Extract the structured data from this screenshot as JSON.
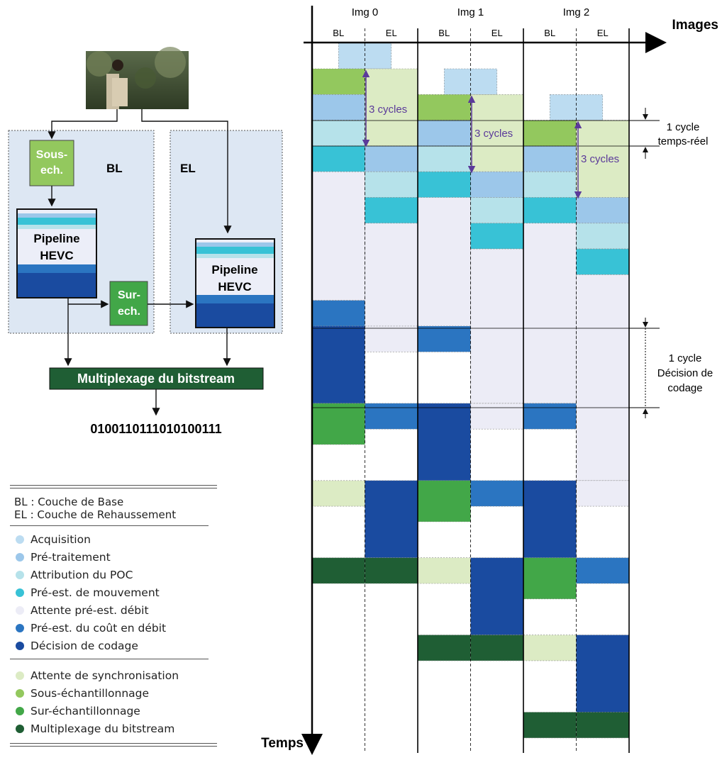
{
  "architecture": {
    "bl_label": "BL",
    "el_label": "EL",
    "sous_ech": [
      "Sous-",
      "ech."
    ],
    "pipeline_bl": [
      "Pipeline",
      "HEVC"
    ],
    "sur_ech": [
      "Sur-",
      "ech."
    ],
    "pipeline_el": [
      "Pipeline",
      "HEVC"
    ],
    "multiplex": "Multiplexage du bitstream",
    "bitstream": "0100110111010100111"
  },
  "legend": {
    "abbreviations": [
      "BL : Couche de Base",
      "EL : Couche de Rehaussement"
    ],
    "pipeline_stages": [
      {
        "label": "Acquisition",
        "color": "#bcdcf1"
      },
      {
        "label": "Pré-traitement",
        "color": "#9cc7ea"
      },
      {
        "label": "Attribution du POC",
        "color": "#b6e2ea"
      },
      {
        "label": "Pré-est. de mouvement",
        "color": "#38c2d6"
      },
      {
        "label": "Attente pré-est. débit",
        "color": "#ececf6"
      },
      {
        "label": "Pré-est. du coût en débit",
        "color": "#2b75c1"
      },
      {
        "label": "Décision de codage",
        "color": "#1a4ba0"
      }
    ],
    "sync_stages": [
      {
        "label": "Attente de synchronisation",
        "color": "#dcebc4"
      },
      {
        "label": "Sous-échantillonnage",
        "color": "#93c85e"
      },
      {
        "label": "Sur-échantillonnage",
        "color": "#42a748"
      },
      {
        "label": "Multiplexage du bitstream",
        "color": "#1f5e34"
      }
    ]
  },
  "timing": {
    "images_axis": "Images",
    "time_axis": "Temps",
    "image_headers": [
      "Img 0",
      "Img 1",
      "Img 2"
    ],
    "layer_headers": [
      "BL",
      "EL",
      "BL",
      "EL",
      "BL",
      "EL"
    ],
    "cycles_annotation": "3 cycles",
    "cycle_rt": [
      "1 cycle",
      "temps-réel"
    ],
    "cycle_decision": [
      "1 cycle",
      "Décision de",
      "codage"
    ],
    "blocks": [
      {
        "col": 0.5,
        "rows": [
          0,
          1
        ],
        "stage": "acq"
      },
      {
        "col": 2.5,
        "rows": [
          1,
          2
        ],
        "stage": "acq"
      },
      {
        "col": 4.5,
        "rows": [
          2,
          3
        ],
        "stage": "acq"
      },
      {
        "col": 0,
        "rows": [
          1,
          2
        ],
        "stage": "sous"
      },
      {
        "col": 0,
        "rows": [
          2,
          3
        ],
        "stage": "pre"
      },
      {
        "col": 0,
        "rows": [
          3,
          4
        ],
        "stage": "poc"
      },
      {
        "col": 0,
        "rows": [
          4,
          5
        ],
        "stage": "me"
      },
      {
        "col": 0,
        "rows": [
          5,
          10
        ],
        "stage": "wait"
      },
      {
        "col": 0,
        "rows": [
          10,
          11
        ],
        "stage": "cost"
      },
      {
        "col": 0,
        "rows": [
          11,
          14
        ],
        "stage": "dec"
      },
      {
        "col": 0,
        "rows": [
          14,
          15.6
        ],
        "stage": "sur"
      },
      {
        "col": 0,
        "rows": [
          17,
          18
        ],
        "stage": "sync"
      },
      {
        "col": 0,
        "rows": [
          20,
          21
        ],
        "stage": "mux"
      },
      {
        "col": 1,
        "rows": [
          1,
          4
        ],
        "stage": "sync"
      },
      {
        "col": 1,
        "rows": [
          4,
          5
        ],
        "stage": "pre"
      },
      {
        "col": 1,
        "rows": [
          5,
          6
        ],
        "stage": "poc"
      },
      {
        "col": 1,
        "rows": [
          6,
          7
        ],
        "stage": "me"
      },
      {
        "col": 1,
        "rows": [
          7,
          11
        ],
        "stage": "wait"
      },
      {
        "col": 1,
        "rows": [
          11,
          12
        ],
        "stage": "wait"
      },
      {
        "col": 1,
        "rows": [
          14,
          15
        ],
        "stage": "cost"
      },
      {
        "col": 1,
        "rows": [
          17,
          20
        ],
        "stage": "dec"
      },
      {
        "col": 1,
        "rows": [
          20,
          21
        ],
        "stage": "mux"
      },
      {
        "col": 2,
        "rows": [
          2,
          3
        ],
        "stage": "sous"
      },
      {
        "col": 2,
        "rows": [
          3,
          4
        ],
        "stage": "pre"
      },
      {
        "col": 2,
        "rows": [
          4,
          5
        ],
        "stage": "poc"
      },
      {
        "col": 2,
        "rows": [
          5,
          6
        ],
        "stage": "me"
      },
      {
        "col": 2,
        "rows": [
          6,
          11
        ],
        "stage": "wait"
      },
      {
        "col": 2,
        "rows": [
          11,
          12
        ],
        "stage": "cost"
      },
      {
        "col": 2,
        "rows": [
          14,
          17
        ],
        "stage": "dec"
      },
      {
        "col": 2,
        "rows": [
          17,
          18.6
        ],
        "stage": "sur"
      },
      {
        "col": 2,
        "rows": [
          20,
          21
        ],
        "stage": "sync"
      },
      {
        "col": 2,
        "rows": [
          23,
          24
        ],
        "stage": "mux"
      },
      {
        "col": 3,
        "rows": [
          2,
          5
        ],
        "stage": "sync"
      },
      {
        "col": 3,
        "rows": [
          5,
          6
        ],
        "stage": "pre"
      },
      {
        "col": 3,
        "rows": [
          6,
          7
        ],
        "stage": "poc"
      },
      {
        "col": 3,
        "rows": [
          7,
          8
        ],
        "stage": "me"
      },
      {
        "col": 3,
        "rows": [
          8,
          14
        ],
        "stage": "wait"
      },
      {
        "col": 3,
        "rows": [
          14,
          15
        ],
        "stage": "wait"
      },
      {
        "col": 3,
        "rows": [
          17,
          18
        ],
        "stage": "cost"
      },
      {
        "col": 3,
        "rows": [
          20,
          23
        ],
        "stage": "dec"
      },
      {
        "col": 3,
        "rows": [
          23,
          24
        ],
        "stage": "mux"
      },
      {
        "col": 4,
        "rows": [
          3,
          4
        ],
        "stage": "sous"
      },
      {
        "col": 4,
        "rows": [
          4,
          5
        ],
        "stage": "pre"
      },
      {
        "col": 4,
        "rows": [
          5,
          6
        ],
        "stage": "poc"
      },
      {
        "col": 4,
        "rows": [
          6,
          7
        ],
        "stage": "me"
      },
      {
        "col": 4,
        "rows": [
          7,
          14
        ],
        "stage": "wait"
      },
      {
        "col": 4,
        "rows": [
          14,
          15
        ],
        "stage": "cost"
      },
      {
        "col": 4,
        "rows": [
          17,
          20
        ],
        "stage": "dec"
      },
      {
        "col": 4,
        "rows": [
          20,
          21.6
        ],
        "stage": "sur"
      },
      {
        "col": 4,
        "rows": [
          23,
          24
        ],
        "stage": "sync"
      },
      {
        "col": 4,
        "rows": [
          26,
          27
        ],
        "stage": "mux"
      },
      {
        "col": 5,
        "rows": [
          3,
          6
        ],
        "stage": "sync"
      },
      {
        "col": 5,
        "rows": [
          6,
          7
        ],
        "stage": "pre"
      },
      {
        "col": 5,
        "rows": [
          7,
          8
        ],
        "stage": "poc"
      },
      {
        "col": 5,
        "rows": [
          8,
          9
        ],
        "stage": "me"
      },
      {
        "col": 5,
        "rows": [
          9,
          17
        ],
        "stage": "wait"
      },
      {
        "col": 5,
        "rows": [
          17,
          18
        ],
        "stage": "wait"
      },
      {
        "col": 5,
        "rows": [
          20,
          21
        ],
        "stage": "cost"
      },
      {
        "col": 5,
        "rows": [
          23,
          26
        ],
        "stage": "dec"
      },
      {
        "col": 5,
        "rows": [
          26,
          27
        ],
        "stage": "mux"
      }
    ]
  }
}
